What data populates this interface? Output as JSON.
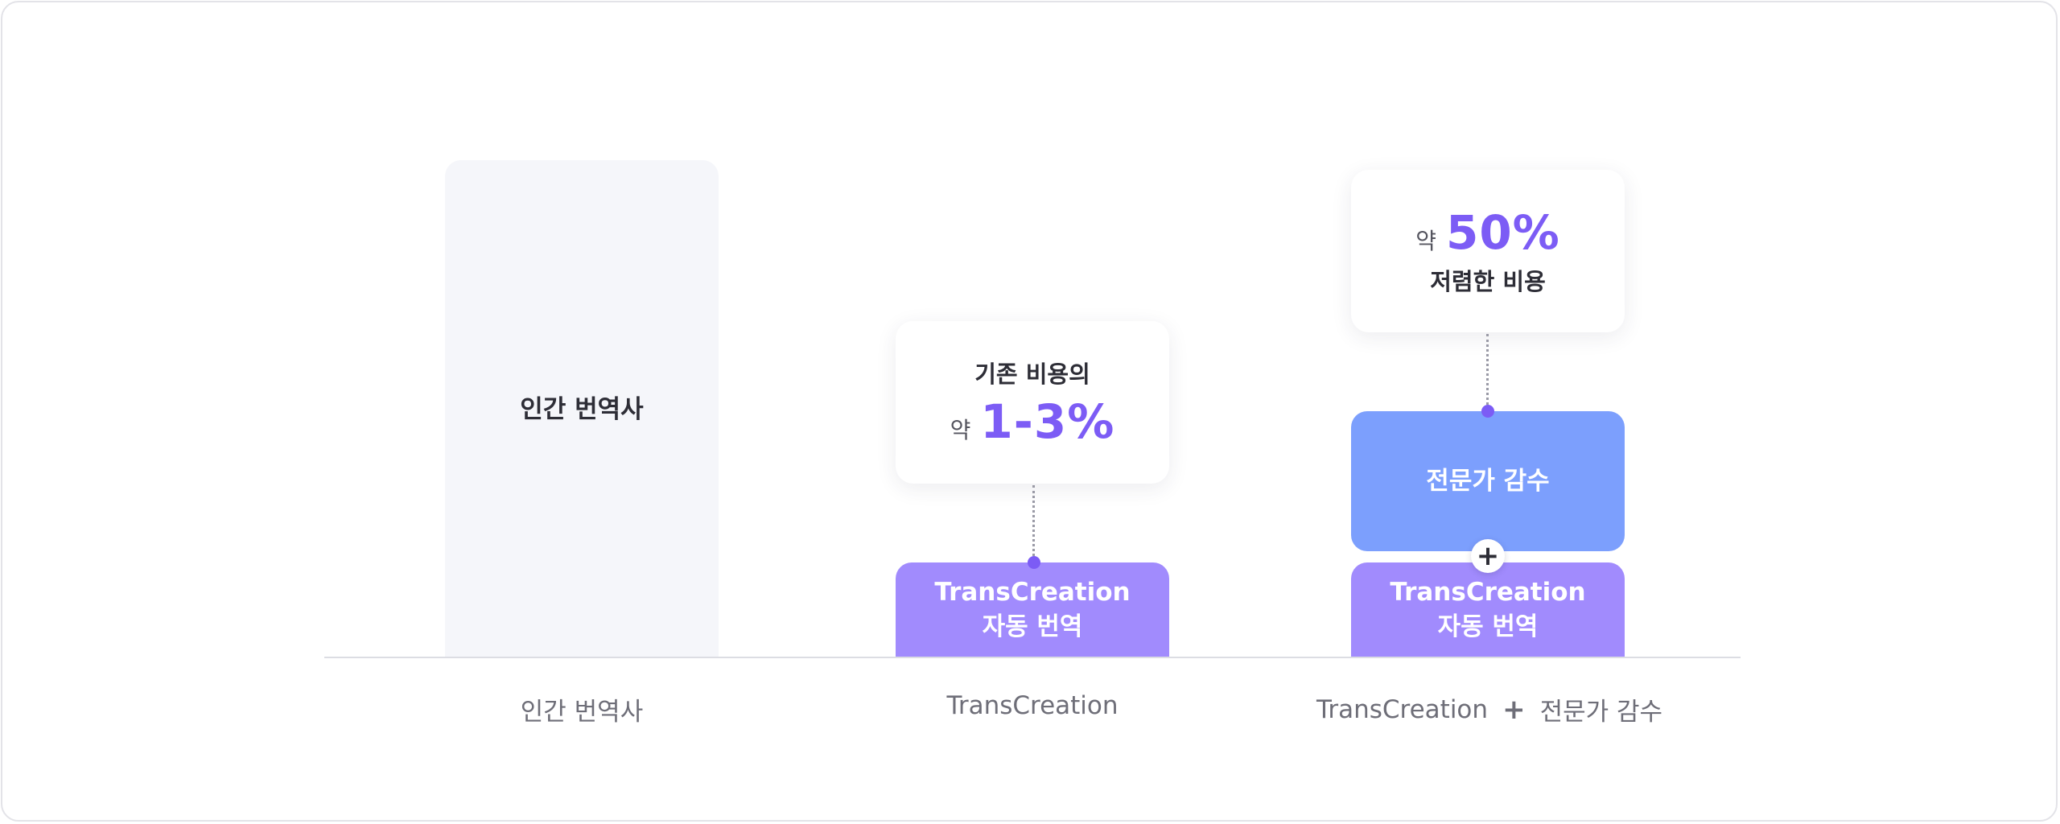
{
  "chart_data": {
    "type": "bar",
    "categories": [
      "인간 번역사",
      "TransCreation",
      "TransCreation + 전문가 감수"
    ],
    "bars": [
      {
        "label": "인간 번역사",
        "segments": [
          {
            "name": "인간 번역사"
          }
        ]
      },
      {
        "label": "TransCreation",
        "segments": [
          {
            "name": "TransCreation\n자동 번역"
          }
        ]
      },
      {
        "label": "TransCreation + 전문가 감수",
        "segments": [
          {
            "name": "TransCreation\n자동 번역"
          },
          {
            "name": "전문가 감수"
          }
        ]
      }
    ]
  },
  "bars": {
    "human": {
      "label": "인간 번역사"
    },
    "tc": {
      "line1": "TransCreation",
      "line2": "자동 번역"
    },
    "tc2": {
      "line1": "TransCreation",
      "line2": "자동 번역"
    },
    "expert": {
      "label": "전문가 감수"
    }
  },
  "callouts": {
    "tc": {
      "line1": "기존 비용의",
      "prefix": "약",
      "value": "1-3%"
    },
    "combo": {
      "prefix": "약",
      "value": "50%",
      "line2": "저렴한 비용"
    }
  },
  "xlabels": {
    "human": "인간 번역사",
    "tc": "TransCreation",
    "combo_a": "TransCreation",
    "combo_plus": "+",
    "combo_b": "전문가 감수"
  },
  "plus_symbol": "+",
  "colors": {
    "human_bar": "#f5f6fa",
    "tc_bar": "#a18bfd",
    "expert_bar": "#7c9ffd",
    "accent": "#7c5cf5"
  }
}
